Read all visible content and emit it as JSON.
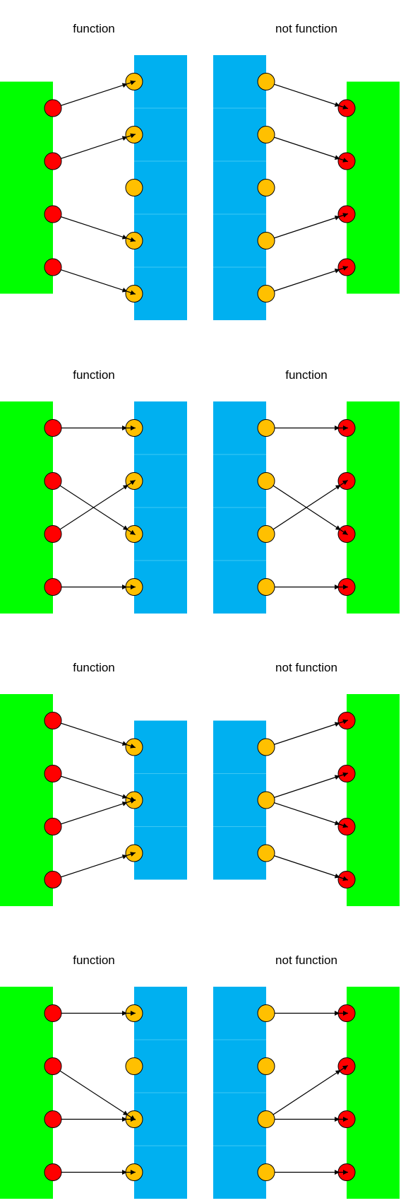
{
  "colors": {
    "domain": "#00ff00",
    "codomain": "#00b0f0",
    "domain_dot": "#ff0000",
    "codomain_dot": "#ffc000",
    "arrow": "#000000",
    "segment_line": "#3fc7f3"
  },
  "panels": [
    {
      "title": "function",
      "domain_count": 4,
      "codomain_count": 5,
      "domain_side": "left",
      "arrows": [
        [
          0,
          0
        ],
        [
          1,
          1
        ],
        [
          2,
          3
        ],
        [
          3,
          4
        ]
      ]
    },
    {
      "title": "not function",
      "domain_count": 4,
      "codomain_count": 5,
      "domain_side": "right",
      "arrows": [
        [
          0,
          0
        ],
        [
          1,
          1
        ],
        [
          2,
          3
        ],
        [
          3,
          4
        ]
      ]
    },
    {
      "title": "function",
      "domain_count": 4,
      "codomain_count": 4,
      "domain_side": "left",
      "arrows": [
        [
          0,
          0
        ],
        [
          1,
          2
        ],
        [
          2,
          1
        ],
        [
          3,
          3
        ]
      ]
    },
    {
      "title": "function",
      "domain_count": 4,
      "codomain_count": 4,
      "domain_side": "right",
      "arrows": [
        [
          0,
          0
        ],
        [
          1,
          2
        ],
        [
          2,
          1
        ],
        [
          3,
          3
        ]
      ]
    },
    {
      "title": "function",
      "domain_count": 4,
      "codomain_count": 3,
      "domain_side": "left",
      "arrows": [
        [
          0,
          0
        ],
        [
          1,
          1
        ],
        [
          2,
          1
        ],
        [
          3,
          2
        ]
      ]
    },
    {
      "title": "not function",
      "domain_count": 4,
      "codomain_count": 3,
      "domain_side": "right",
      "arrows": [
        [
          0,
          0
        ],
        [
          1,
          1
        ],
        [
          2,
          1
        ],
        [
          3,
          2
        ]
      ]
    },
    {
      "title": "function",
      "domain_count": 4,
      "codomain_count": 4,
      "domain_side": "left",
      "arrows": [
        [
          0,
          0
        ],
        [
          1,
          2
        ],
        [
          2,
          2
        ],
        [
          3,
          3
        ]
      ]
    },
    {
      "title": "not function",
      "domain_count": 4,
      "codomain_count": 4,
      "domain_side": "right",
      "arrows": [
        [
          0,
          0
        ],
        [
          1,
          2
        ],
        [
          2,
          2
        ],
        [
          3,
          3
        ]
      ]
    }
  ]
}
